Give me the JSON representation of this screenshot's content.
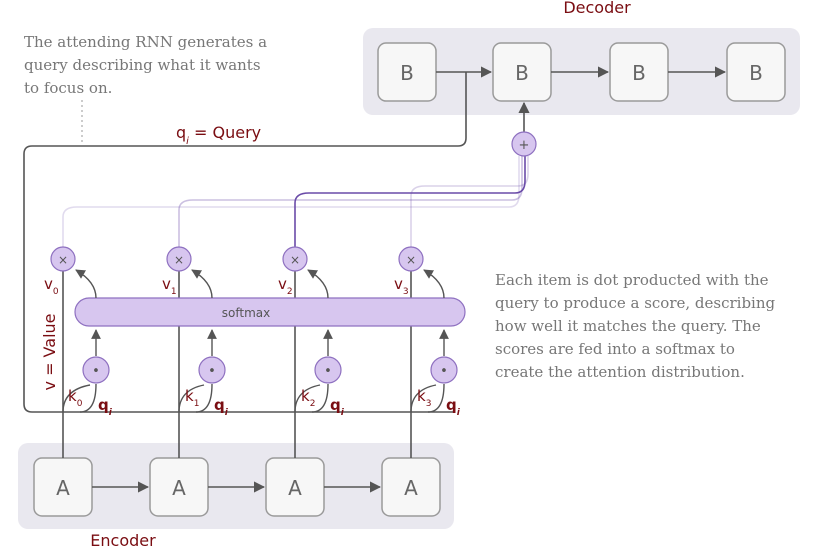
{
  "decoder": {
    "title": "Decoder",
    "cells": [
      "B",
      "B",
      "B",
      "B"
    ]
  },
  "encoder": {
    "title": "Encoder",
    "cells": [
      "A",
      "A",
      "A",
      "A"
    ]
  },
  "annotations": {
    "top_left": [
      "The attending RNN generates a",
      "query describing what it wants",
      "to focus on."
    ],
    "right": [
      "Each item is dot producted with the",
      "query to produce a score, describing",
      "how well it matches the query. The",
      "scores are fed into a softmax to",
      "create the attention distribution."
    ]
  },
  "labels": {
    "query": "q",
    "query_sub": "i",
    "query_suffix": " = Query",
    "value_axis": "v = Value",
    "softmax": "softmax",
    "plus_op": "+",
    "times_op": "×",
    "dot_op": "•"
  },
  "items": [
    {
      "v": "v",
      "v_sub": "0",
      "k": "k",
      "k_sub": "0",
      "q": "q",
      "q_sub": "i",
      "weight": 0.15
    },
    {
      "v": "v",
      "v_sub": "1",
      "k": "k",
      "k_sub": "1",
      "q": "q",
      "q_sub": "i",
      "weight": 0.35
    },
    {
      "v": "v",
      "v_sub": "2",
      "k": "k",
      "k_sub": "2",
      "q": "q",
      "q_sub": "i",
      "weight": 1.0
    },
    {
      "v": "v",
      "v_sub": "3",
      "k": "k",
      "k_sub": "3",
      "q": "q",
      "q_sub": "i",
      "weight": 0.25
    }
  ],
  "colors": {
    "line": "#555555",
    "box_border": "#9a9a9a",
    "panel": "#e9e8ef",
    "purple_fill": "#d7c6ef",
    "purple_stroke": "#8e70c0",
    "attention": "#6a4ba8",
    "label_red": "#7a0d12"
  }
}
